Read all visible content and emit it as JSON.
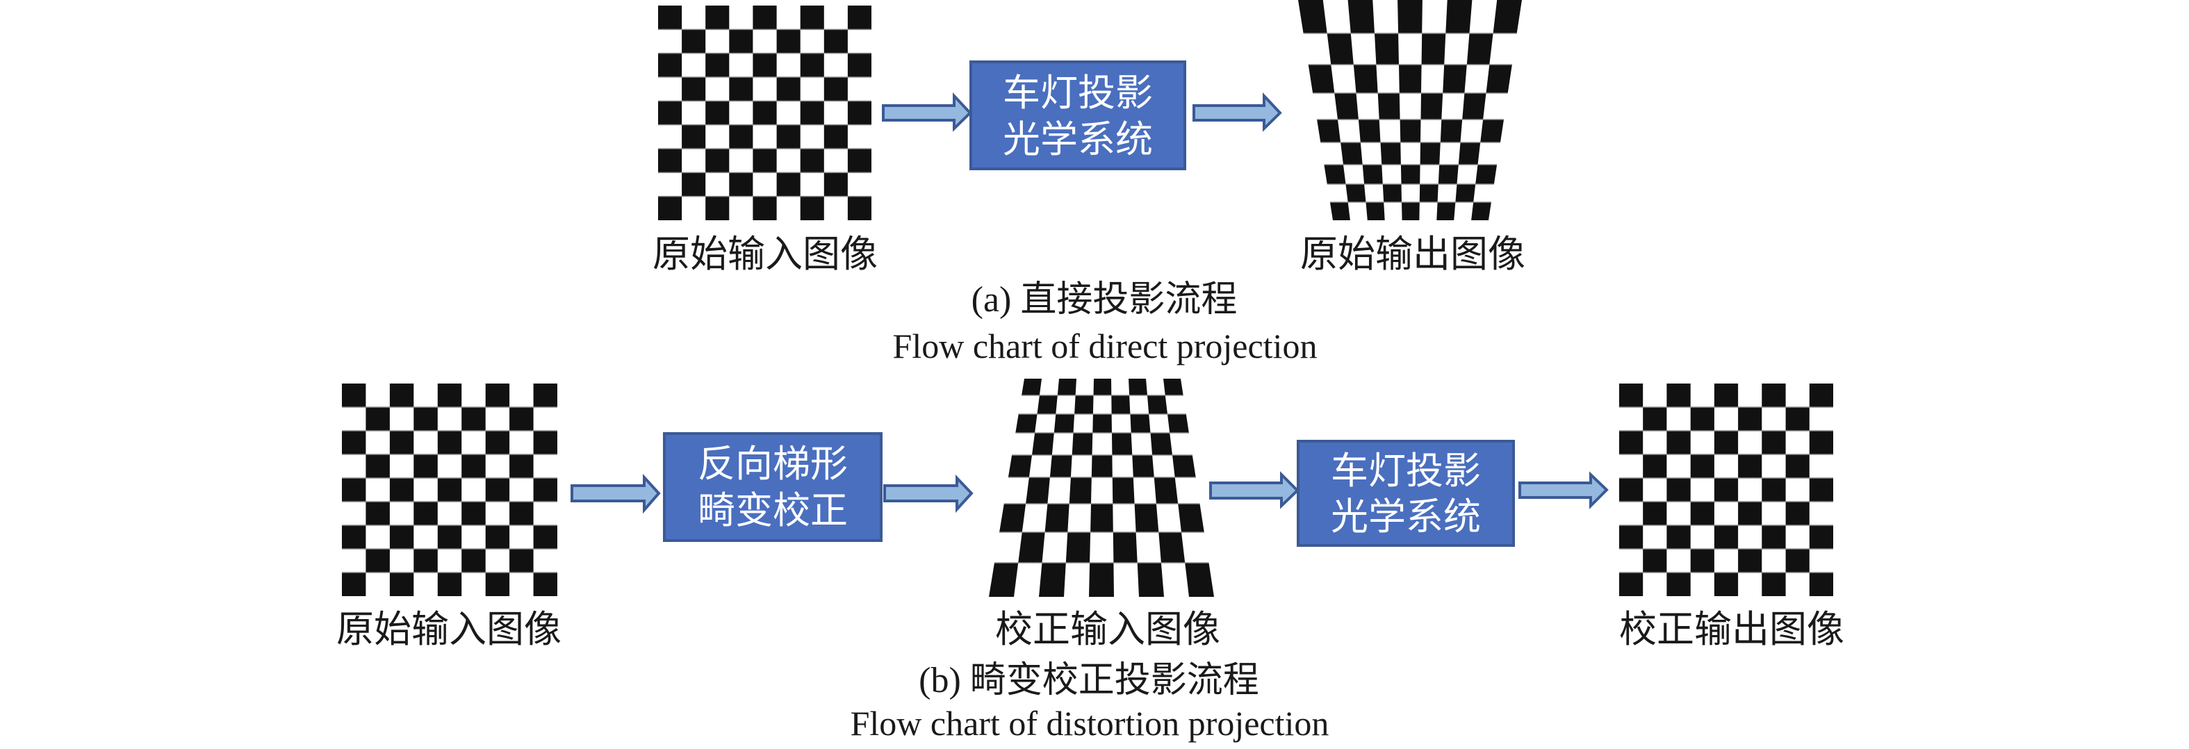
{
  "figure": {
    "panel_a": {
      "caption_cn": "(a) 直接投影流程",
      "caption_en": "Flow chart of direct projection",
      "input_image": {
        "label": "原始输入图像",
        "grid_rows": 9,
        "grid_cols": 9,
        "shape": "square"
      },
      "process_box": {
        "line1": "车灯投影",
        "line2": "光学系统"
      },
      "output_image": {
        "label": "原始输出图像",
        "grid_rows": 9,
        "grid_cols": 9,
        "shape": "keystone-wide-top"
      }
    },
    "panel_b": {
      "caption_cn": "(b) 畸变校正投影流程",
      "caption_en": "Flow chart of distortion projection",
      "input_image": {
        "label": "原始输入图像",
        "grid_rows": 9,
        "grid_cols": 9,
        "shape": "square"
      },
      "correction_box": {
        "line1": "反向梯形",
        "line2": "畸变校正"
      },
      "corrected_image": {
        "label": "校正输入图像",
        "grid_rows": 9,
        "grid_cols": 9,
        "shape": "keystone-wide-bottom"
      },
      "process_box": {
        "line1": "车灯投影",
        "line2": "光学系统"
      },
      "output_image": {
        "label": "校正输出图像",
        "grid_rows": 9,
        "grid_cols": 9,
        "shape": "square"
      }
    }
  },
  "colors": {
    "box_fill": "#4a6fbf",
    "box_border": "#3b5a97",
    "arrow_fill": "#95b9de",
    "checker_dark": "#111111",
    "background": "#ffffff"
  }
}
